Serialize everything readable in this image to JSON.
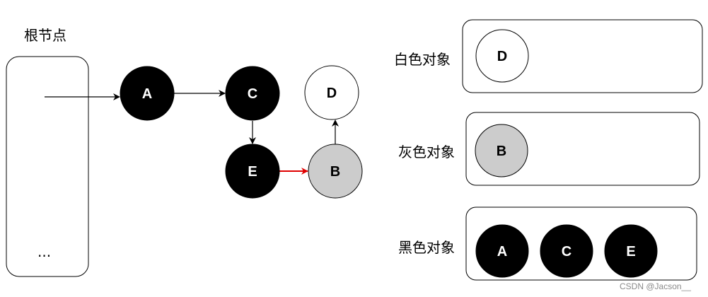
{
  "root": {
    "title": "根节点",
    "ellipsis": "..."
  },
  "nodes": {
    "A": {
      "label": "A",
      "state": "black"
    },
    "C": {
      "label": "C",
      "state": "black"
    },
    "E": {
      "label": "E",
      "state": "black"
    },
    "B": {
      "label": "B",
      "state": "gray"
    },
    "D": {
      "label": "D",
      "state": "white"
    }
  },
  "edges": [
    {
      "from": "root",
      "to": "A",
      "color": "#000000"
    },
    {
      "from": "A",
      "to": "C",
      "color": "#000000"
    },
    {
      "from": "C",
      "to": "E",
      "color": "#000000"
    },
    {
      "from": "E",
      "to": "B",
      "color": "#e00000"
    },
    {
      "from": "B",
      "to": "D",
      "color": "#000000"
    }
  ],
  "groups": {
    "white": {
      "label": "白色对象",
      "members": [
        "D"
      ]
    },
    "gray": {
      "label": "灰色对象",
      "members": [
        "B"
      ]
    },
    "black": {
      "label": "黑色对象",
      "members": [
        "A",
        "C",
        "E"
      ]
    }
  },
  "colors": {
    "black_fill": "#000000",
    "black_text": "#ffffff",
    "gray_fill": "#cccccc",
    "gray_text": "#000000",
    "white_fill": "#ffffff",
    "white_text": "#000000",
    "stroke": "#000000"
  },
  "watermark": "CSDN @Jacson__"
}
